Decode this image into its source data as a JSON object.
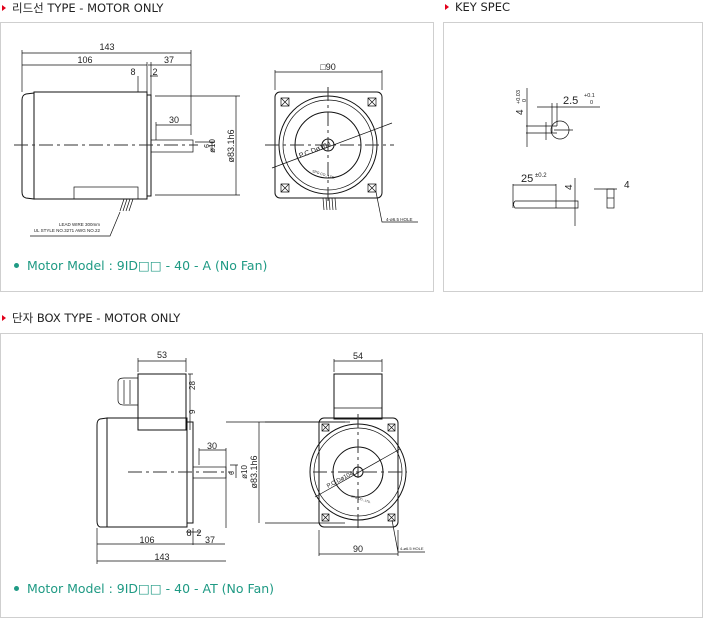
{
  "sections": {
    "lead": {
      "title": "리드선 TYPE - MOTOR ONLY",
      "model": "Motor Model : 9ID□□ - 40 - A (No Fan)"
    },
    "key": {
      "title": "KEY SPEC"
    },
    "box": {
      "title": "단자 BOX TYPE - MOTOR ONLY",
      "model": "Motor Model : 9ID□□ - 40 - AT (No Fan)"
    }
  },
  "dims": {
    "total": "143",
    "body": "106",
    "shaft_ext": "37",
    "flange": "8",
    "gap": "2",
    "shaft": "30",
    "key_h": "9",
    "shaft_d": "ø10",
    "pilot_d": "ø83.1h6",
    "square": "□90",
    "square_plain": "90",
    "box_w": "53",
    "box_w_front": "54",
    "box_h": "28",
    "box_off": "9",
    "pcd": "P.C.Dø104",
    "maker": "SPG CO., LTD.",
    "hole": "4-ø6.5 HOLE",
    "lead_wire_1": "LEAD WIRE 300mm",
    "lead_wire_2": "UL STYLE NO.3271 AWG NO.22"
  },
  "key_spec": {
    "depth": "4",
    "depth_tol_top": "+0.03",
    "depth_tol_bot": "0",
    "width": "2.5",
    "width_tol_top": "+0.1",
    "width_tol_bot": "0",
    "length": "25",
    "length_tol": "±0.2",
    "height": "4",
    "thickness": "4"
  },
  "colors": {
    "accent": "#e3001b",
    "model_text": "#1f9a84",
    "body": "#e3e3e3",
    "face": "#e4f2fa"
  }
}
